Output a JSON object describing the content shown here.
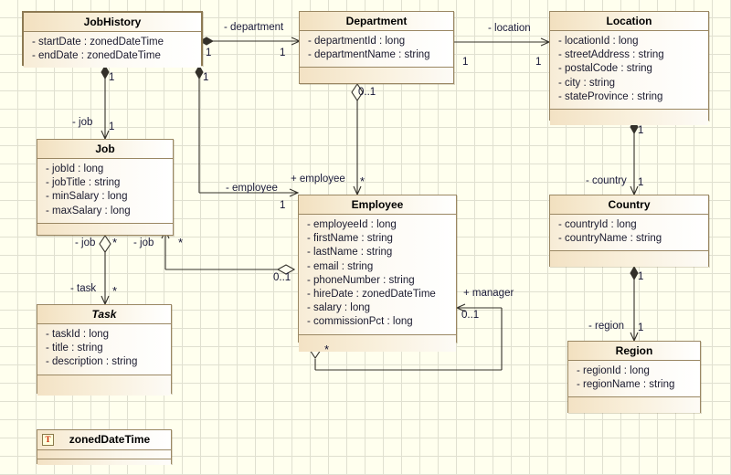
{
  "diagram": {
    "title": "UML Class Diagram",
    "background_color": "#ffffee",
    "grid_color": "#e0e0d0",
    "line_color": "#33302a",
    "class_border_color": "#9a8763",
    "class_header_color": "#f2e0bf"
  },
  "classes": [
    {
      "id": "jobhistory",
      "name": "JobHistory",
      "abstract": false,
      "attributes": [
        "- startDate : zonedDateTime",
        "- endDate : zonedDateTime"
      ]
    },
    {
      "id": "department",
      "name": "Department",
      "abstract": false,
      "attributes": [
        "- departmentId : long",
        "- departmentName : string"
      ]
    },
    {
      "id": "location",
      "name": "Location",
      "abstract": false,
      "attributes": [
        "- locationId : long",
        "- streetAddress : string",
        "- postalCode : string",
        "- city : string",
        "- stateProvince : string"
      ]
    },
    {
      "id": "job",
      "name": "Job",
      "abstract": false,
      "attributes": [
        "- jobId : long",
        "- jobTitle : string",
        "- minSalary : long",
        "- maxSalary : long"
      ]
    },
    {
      "id": "employee",
      "name": "Employee",
      "abstract": false,
      "attributes": [
        "- employeeId : long",
        "- firstName : string",
        "- lastName : string",
        "- email : string",
        "- phoneNumber : string",
        "- hireDate : zonedDateTime",
        "- salary : long",
        "- commissionPct : long"
      ]
    },
    {
      "id": "country",
      "name": "Country",
      "abstract": false,
      "attributes": [
        "- countryId : long",
        "- countryName : string"
      ]
    },
    {
      "id": "task",
      "name": "Task",
      "abstract": true,
      "attributes": [
        "- taskId : long",
        "- title : string",
        "- description : string"
      ]
    },
    {
      "id": "region",
      "name": "Region",
      "abstract": false,
      "attributes": [
        "- regionId : long",
        "- regionName : string"
      ]
    }
  ],
  "datatype": {
    "id": "zoneddatetime",
    "badge": "T",
    "name": "zonedDateTime"
  },
  "edge_labels": [
    {
      "id": "lbl-department",
      "text": "- department"
    },
    {
      "id": "lbl-location",
      "text": "- location"
    },
    {
      "id": "lbl-job-top",
      "text": "- job"
    },
    {
      "id": "lbl-employee-left",
      "text": "- employee"
    },
    {
      "id": "lbl-employee-plus",
      "text": "+ employee"
    },
    {
      "id": "lbl-country",
      "text": "- country"
    },
    {
      "id": "lbl-job-left",
      "text": "- job"
    },
    {
      "id": "lbl-job-right",
      "text": "- job"
    },
    {
      "id": "lbl-task",
      "text": "- task"
    },
    {
      "id": "lbl-manager",
      "text": "+ manager"
    },
    {
      "id": "lbl-region",
      "text": "- region"
    }
  ],
  "multiplicities": [
    {
      "id": "m-jobhistory-department",
      "text": "1"
    },
    {
      "id": "m-department-jobhistory",
      "text": "1"
    },
    {
      "id": "m-department-location",
      "text": "1"
    },
    {
      "id": "m-location-department",
      "text": "1"
    },
    {
      "id": "m-jobhistory-job-top",
      "text": "1"
    },
    {
      "id": "m-jobhistory-employee-top",
      "text": "1"
    },
    {
      "id": "m-job-jobhistory",
      "text": "1"
    },
    {
      "id": "m-department-employee",
      "text": "0..1"
    },
    {
      "id": "m-employee-department",
      "text": "*"
    },
    {
      "id": "m-employee-jobhistory",
      "text": "1"
    },
    {
      "id": "m-location-country",
      "text": "1"
    },
    {
      "id": "m-country-location",
      "text": "1"
    },
    {
      "id": "m-job-task",
      "text": "*"
    },
    {
      "id": "m-job-employee",
      "text": "*"
    },
    {
      "id": "m-task-job",
      "text": "*"
    },
    {
      "id": "m-employee-job",
      "text": "0..1"
    },
    {
      "id": "m-manager",
      "text": "0..1"
    },
    {
      "id": "m-employee-manager-star",
      "text": "*"
    },
    {
      "id": "m-country-region",
      "text": "1"
    },
    {
      "id": "m-region-country",
      "text": "1"
    }
  ],
  "relationships": [
    {
      "from": "JobHistory",
      "to": "Department",
      "role": "- department",
      "source_mult": "1",
      "target_mult": "1",
      "type": "composition"
    },
    {
      "from": "Department",
      "to": "Location",
      "role": "- location",
      "source_mult": "1",
      "target_mult": "1",
      "type": "composition"
    },
    {
      "from": "JobHistory",
      "to": "Job",
      "role": "- job",
      "source_mult": "1",
      "target_mult": "1",
      "type": "composition"
    },
    {
      "from": "JobHistory",
      "to": "Employee",
      "role": "- employee",
      "source_mult": "1",
      "target_mult": "1",
      "type": "composition"
    },
    {
      "from": "Department",
      "to": "Employee",
      "role": "+ employee",
      "source_mult": "0..1",
      "target_mult": "*",
      "type": "aggregation"
    },
    {
      "from": "Location",
      "to": "Country",
      "role": "- country",
      "source_mult": "1",
      "target_mult": "1",
      "type": "composition"
    },
    {
      "from": "Country",
      "to": "Region",
      "role": "- region",
      "source_mult": "1",
      "target_mult": "1",
      "type": "composition"
    },
    {
      "from": "Job",
      "to": "Task",
      "role": "- task",
      "source_mult": "*",
      "target_mult": "*",
      "type": "aggregation"
    },
    {
      "from": "Employee",
      "to": "Job",
      "role": "- job",
      "source_mult": "0..1",
      "target_mult": "*",
      "type": "aggregation"
    },
    {
      "from": "Employee",
      "to": "Employee",
      "role": "+ manager",
      "source_mult": "*",
      "target_mult": "0..1",
      "type": "aggregation"
    }
  ]
}
